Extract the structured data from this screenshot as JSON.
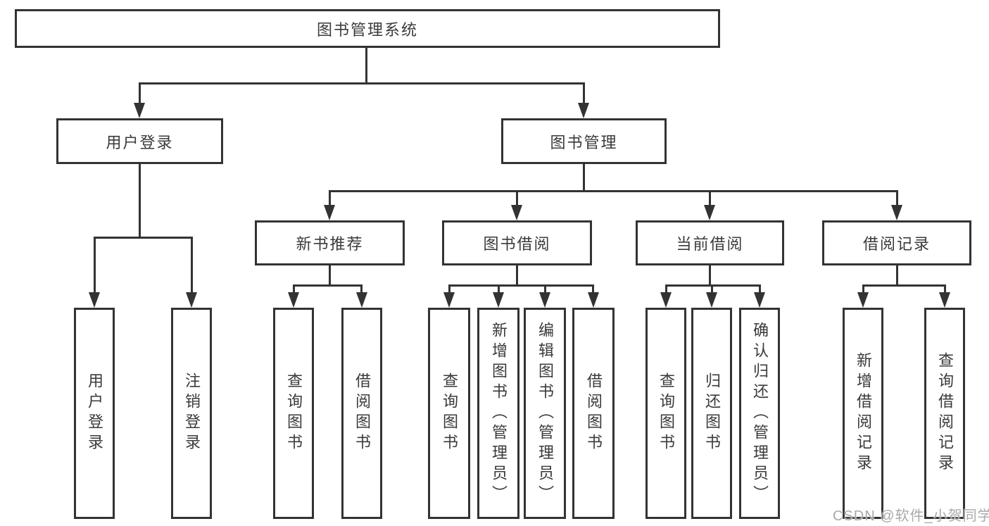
{
  "nodes": {
    "root": {
      "label": "图书管理系统"
    },
    "user_login": {
      "label": "用户登录"
    },
    "book_mgmt": {
      "label": "图书管理"
    },
    "new_book_rec": {
      "label": "新书推荐"
    },
    "book_borrow": {
      "label": "图书借阅"
    },
    "current_borrow": {
      "label": "当前借阅"
    },
    "borrow_record": {
      "label": "借阅记录"
    },
    "leaf_user_login": {
      "label": "用户登录"
    },
    "leaf_logout": {
      "label": "注销登录"
    },
    "leaf_query_book_1": {
      "label": "查询图书"
    },
    "leaf_borrow_book_1": {
      "label": "借阅图书"
    },
    "leaf_query_book_2": {
      "label": "查询图书"
    },
    "leaf_add_book": {
      "label": "新增图书（管理员）"
    },
    "leaf_edit_book": {
      "label": "编辑图书（管理员）"
    },
    "leaf_borrow_book_2": {
      "label": "借阅图书"
    },
    "leaf_query_book_3": {
      "label": "查询图书"
    },
    "leaf_return_book": {
      "label": "归还图书"
    },
    "leaf_confirm_return": {
      "label": "确认归还（管理员）"
    },
    "leaf_add_record": {
      "label": "新增借阅记录"
    },
    "leaf_query_record": {
      "label": "查询借阅记录"
    }
  },
  "hierarchy": {
    "图书管理系统": {
      "用户登录": [
        "用户登录",
        "注销登录"
      ],
      "图书管理": {
        "新书推荐": [
          "查询图书",
          "借阅图书"
        ],
        "图书借阅": [
          "查询图书",
          "新增图书（管理员）",
          "编辑图书（管理员）",
          "借阅图书"
        ],
        "当前借阅": [
          "查询图书",
          "归还图书",
          "确认归还（管理员）"
        ],
        "借阅记录": [
          "新增借阅记录",
          "查询借阅记录"
        ]
      }
    }
  },
  "watermark": {
    "text": "CSDN @软件_小贺同学"
  },
  "colors": {
    "line": "#333333",
    "box_border": "#333333",
    "box_fill": "#ffffff",
    "text": "#3a3a3a",
    "watermark": "#a9a9a9",
    "background": "#ffffff"
  }
}
